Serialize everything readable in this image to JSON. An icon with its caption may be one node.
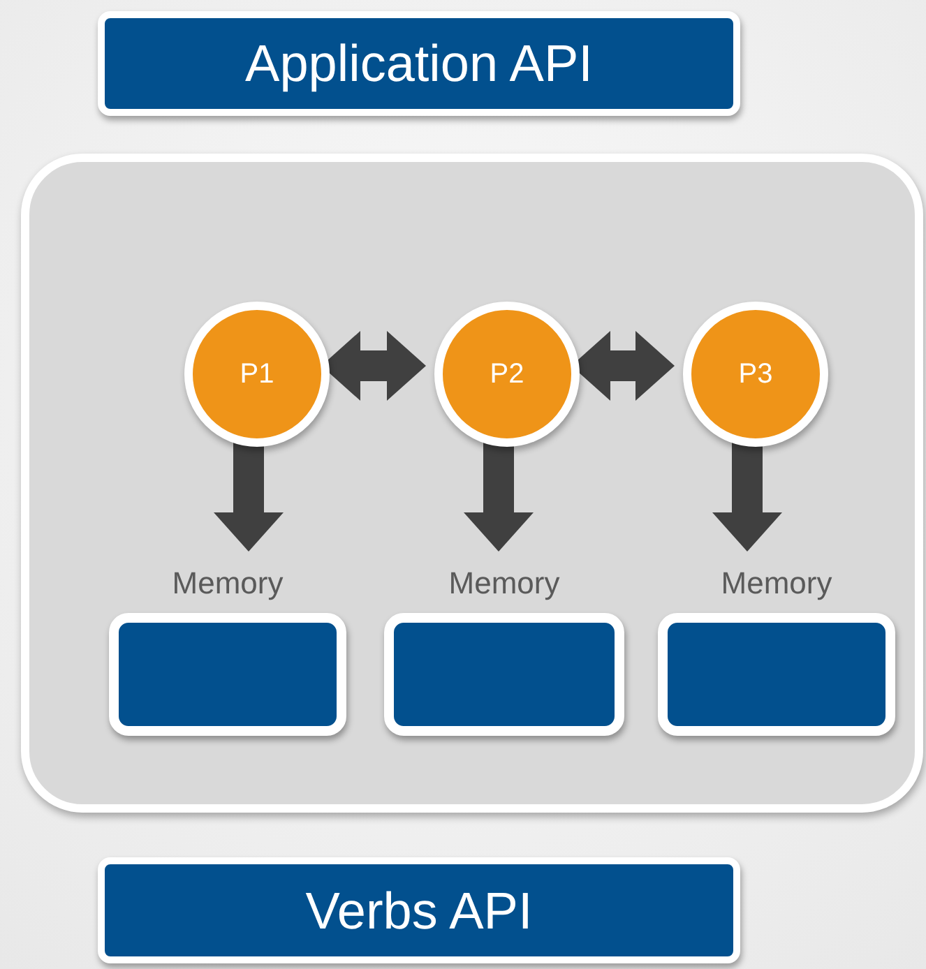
{
  "diagram": {
    "nodes": [
      {
        "text": [
          "Application API"
        ]
      },
      {
        "text": [],
        "shape": "box"
      },
      {
        "text": [
          "P1"
        ],
        "in": 1
      },
      {
        "text": [
          "P2"
        ],
        "in": 1
      },
      {
        "text": [
          "P3"
        ],
        "in": 1
      },
      {
        "text": [
          "Memory"
        ],
        "in": 1
      },
      {
        "text": [
          "Memory"
        ],
        "in": 1
      },
      {
        "text": [
          "Memory"
        ],
        "in": 1
      },
      {
        "text": [
          "Verbs API"
        ]
      }
    ],
    "edges": [
      {
        "from": 2,
        "to": 3,
        "arrow": "both"
      },
      {
        "from": 3,
        "to": 4,
        "arrow": "both"
      },
      {
        "from": 2,
        "to": 5,
        "arrow": "to"
      },
      {
        "from": 3,
        "to": 6,
        "arrow": "to"
      },
      {
        "from": 4,
        "to": 7,
        "arrow": "to"
      }
    ]
  }
}
